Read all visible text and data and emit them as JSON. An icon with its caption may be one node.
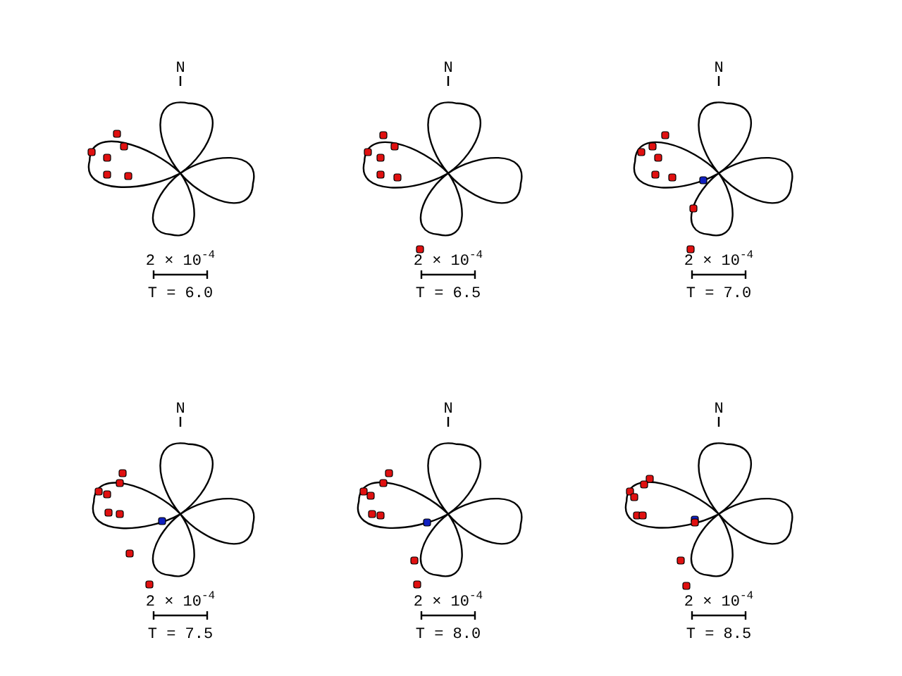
{
  "diagram": {
    "labels": [
      "N",
      "N",
      "N",
      "2 × 10$^{-4}$",
      "T = 6.0",
      "2 × 10$^{-4}$",
      "T = 6.5",
      "2 × 10$^{-4}$",
      "T = 7.0",
      "N",
      "N",
      "N",
      "2 × 10$^{-4}$",
      "T = 7.5",
      "2 × 10$^{-4}$",
      "T = 8.0",
      "2 × 10$^{-4}$",
      "T = 8.5"
    ]
  }
}
